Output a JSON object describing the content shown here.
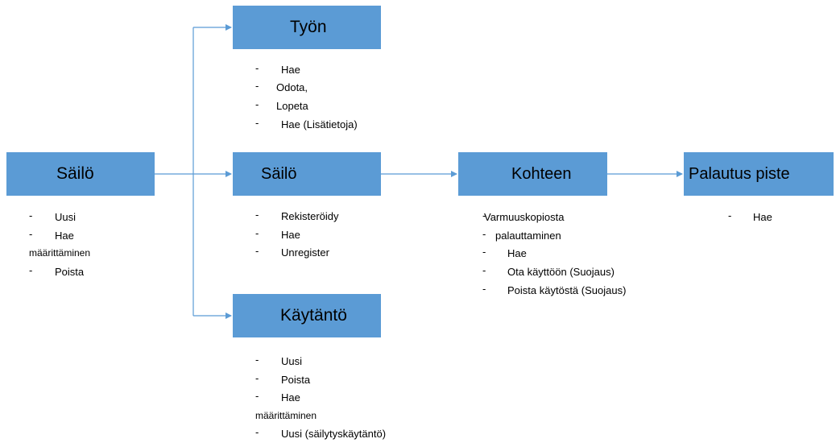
{
  "colors": {
    "box": "#5b9bd5",
    "line": "#5b9bd5"
  },
  "nodes": {
    "sailo_left": {
      "label": "Säilö"
    },
    "tyon": {
      "label": "Työn"
    },
    "sailo_mid": {
      "label": "Säilö"
    },
    "kaytanto": {
      "label": "Käytäntö"
    },
    "kohteen": {
      "label": "Kohteen"
    },
    "palautus": {
      "label": "Palautus piste"
    }
  },
  "lists": {
    "sailo_left": {
      "items": [
        "Uusi",
        "Hae",
        "määrittäminen",
        "Poista"
      ]
    },
    "tyon": {
      "items": [
        "Hae",
        "Odota,",
        "Lopeta",
        "Hae (Lisätietoja)"
      ]
    },
    "sailo_mid": {
      "items": [
        "Rekisteröidy",
        "Hae",
        "Unregister"
      ]
    },
    "kaytanto": {
      "items": [
        "Uusi",
        "Poista",
        "Hae",
        "määrittäminen",
        "Uusi (säilytyskäytäntö)"
      ]
    },
    "kohteen": {
      "items": [
        "Varmuuskopiosta",
        "palauttaminen",
        "Hae",
        "Ota käyttöön (Suojaus)",
        "Poista käytöstä (Suojaus)"
      ]
    },
    "palautus": {
      "items": [
        "Hae"
      ]
    }
  }
}
